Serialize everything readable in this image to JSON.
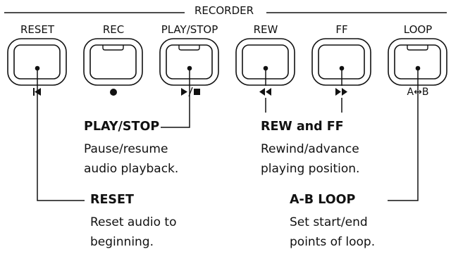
{
  "panel": {
    "title": "RECORDER"
  },
  "buttons": [
    {
      "label": "RESET",
      "icon": "skip-to-start-icon"
    },
    {
      "label": "REC",
      "icon": "record-dot-icon"
    },
    {
      "label": "PLAY/STOP",
      "icon": "play-stop-icon"
    },
    {
      "label": "REW",
      "icon": "rewind-icon"
    },
    {
      "label": "FF",
      "icon": "fast-forward-icon"
    },
    {
      "label": "LOOP",
      "icon": "ab-loop-icon",
      "symbol_text": "A↔B"
    }
  ],
  "callouts": {
    "play_stop": {
      "heading": "PLAY/STOP",
      "line1": "Pause/resume",
      "line2": "audio playback."
    },
    "rew_ff": {
      "heading": "REW and FF",
      "line1": "Rewind/advance",
      "line2": "playing position."
    },
    "reset": {
      "heading": "RESET",
      "line1": "Reset audio to",
      "line2": "beginning."
    },
    "ab_loop": {
      "heading": "A-B LOOP",
      "line1": "Set start/end",
      "line2": "points of loop."
    }
  },
  "colors": {
    "ink": "#111111",
    "background": "#ffffff"
  }
}
